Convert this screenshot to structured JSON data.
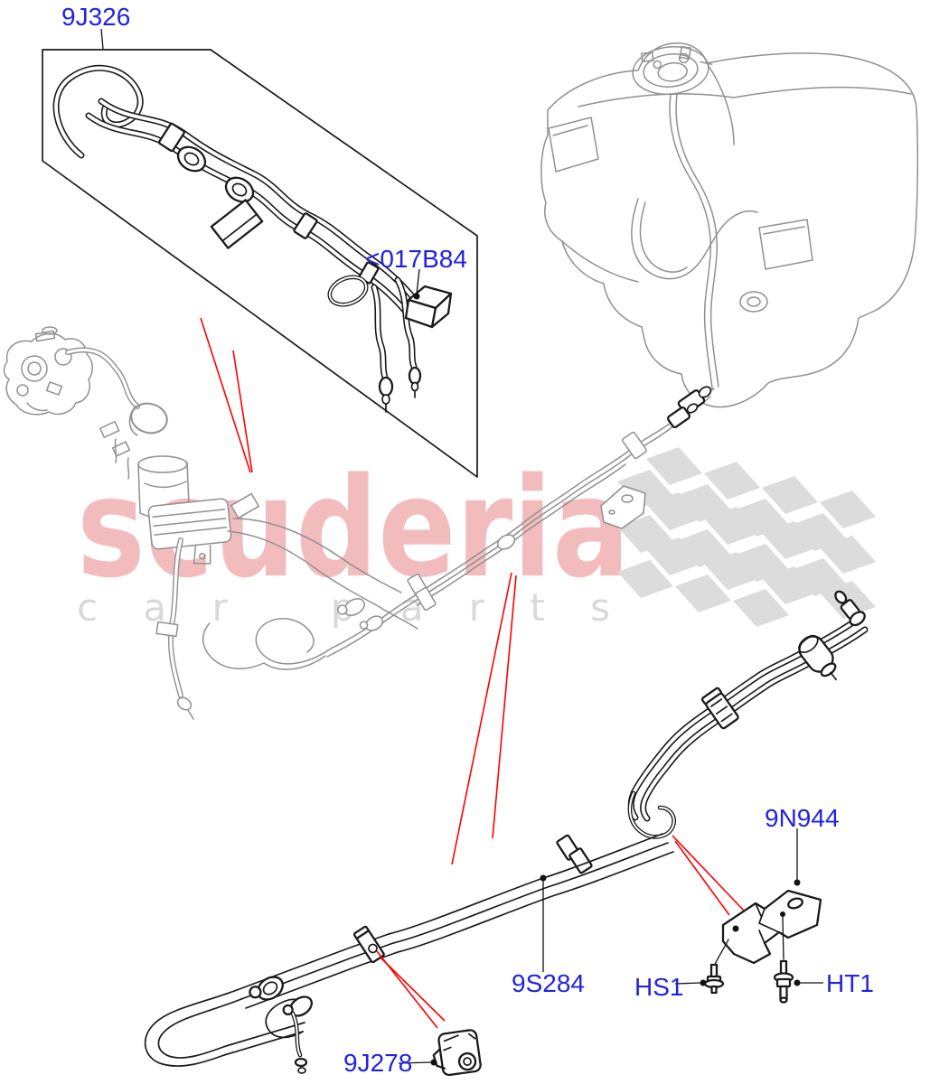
{
  "diagram": {
    "description": "Fuel lines and fittings exploded parts diagram",
    "labels": {
      "harness_assembly": "9J326",
      "injector_kit": "<017B84",
      "bracket": "9N944",
      "fuel_pipe": "9S284",
      "screw": "HS1",
      "stud": "HT1",
      "clip": "9J278"
    },
    "watermark": {
      "brand": "scuderia",
      "tagline": "car parts"
    },
    "colors": {
      "label_blue": "#2222e0",
      "pointer_red": "#ff0000",
      "art_black": "#1a1a1a",
      "art_gray": "#909090",
      "watermark_pink": "#f2b1b1",
      "watermark_gray": "#d9d9d9",
      "flag_gray": "#dcdcdc",
      "background": "#ffffff"
    }
  }
}
